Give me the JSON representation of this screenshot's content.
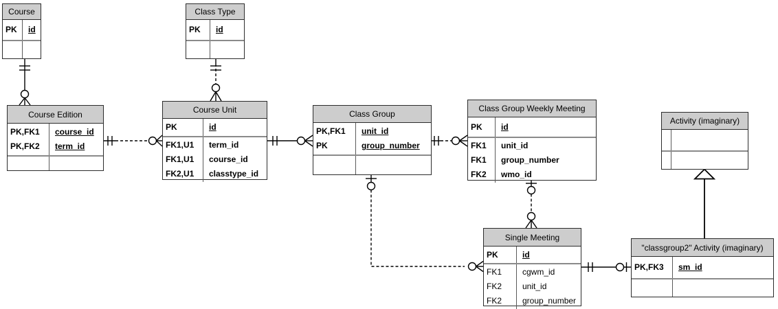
{
  "diagram_type": "entity-relationship-diagram",
  "colors": {
    "header_fill": "#cdcdcd",
    "table_border": "#2b2b2b",
    "section_divider": "#8a8a8a",
    "connector": "#000000",
    "background": "#ffffff"
  },
  "entities": {
    "course": {
      "title": "Course",
      "rows": [
        {
          "key": "PK",
          "name": "id"
        }
      ]
    },
    "class_type": {
      "title": "Class Type",
      "rows": [
        {
          "key": "PK",
          "name": "id"
        }
      ]
    },
    "course_edition": {
      "title": "Course Edition",
      "rows": [
        {
          "key": "PK,FK1",
          "name": "course_id"
        },
        {
          "key": "PK,FK2",
          "name": "term_id"
        }
      ]
    },
    "course_unit": {
      "title": "Course Unit",
      "pk_rows": [
        {
          "key": "PK",
          "name": "id"
        }
      ],
      "fk_rows": [
        {
          "key": "FK1,U1",
          "name": "term_id"
        },
        {
          "key": "FK1,U1",
          "name": "course_id"
        },
        {
          "key": "FK2,U1",
          "name": "classtype_id"
        }
      ]
    },
    "class_group": {
      "title": "Class Group",
      "rows": [
        {
          "key": "PK,FK1",
          "name": "unit_id"
        },
        {
          "key": "PK",
          "name": "group_number"
        }
      ]
    },
    "class_group_weekly_meeting": {
      "title": "Class Group Weekly Meeting",
      "pk_rows": [
        {
          "key": "PK",
          "name": "id"
        }
      ],
      "fk_rows": [
        {
          "key": "FK1",
          "name": "unit_id"
        },
        {
          "key": "FK1",
          "name": "group_number"
        },
        {
          "key": "FK2",
          "name": "wmo_id"
        }
      ]
    },
    "activity": {
      "title": "Activity (imaginary)"
    },
    "single_meeting": {
      "title": "Single Meeting",
      "pk_rows": [
        {
          "key": "PK",
          "name": "id"
        }
      ],
      "fk_rows": [
        {
          "key": "FK1",
          "name": "cgwm_id"
        },
        {
          "key": "FK2",
          "name": "unit_id"
        },
        {
          "key": "FK2",
          "name": "group_number"
        }
      ]
    },
    "classgroup2_activity": {
      "title": "\"classgroup2\" Activity (imaginary)",
      "rows": [
        {
          "key": "PK,FK3",
          "name": "sm_id"
        }
      ]
    }
  },
  "relationships": [
    {
      "from": "Course",
      "to": "Course Edition",
      "from_cardinality": "exactly-one",
      "to_cardinality": "zero-or-many",
      "line": "solid"
    },
    {
      "from": "Class Type",
      "to": "Course Unit",
      "from_cardinality": "exactly-one",
      "to_cardinality": "zero-or-many",
      "line": "dashed"
    },
    {
      "from": "Course Edition",
      "to": "Course Unit",
      "from_cardinality": "exactly-one",
      "to_cardinality": "zero-or-many",
      "line": "dashed"
    },
    {
      "from": "Course Unit",
      "to": "Class Group",
      "from_cardinality": "exactly-one",
      "to_cardinality": "zero-or-many",
      "line": "solid"
    },
    {
      "from": "Class Group",
      "to": "Class Group Weekly Meeting",
      "from_cardinality": "exactly-one",
      "to_cardinality": "zero-or-many",
      "line": "dashed"
    },
    {
      "from": "Class Group",
      "to": "Single Meeting",
      "from_cardinality": "zero-or-one",
      "to_cardinality": "zero-or-many",
      "line": "dashed"
    },
    {
      "from": "Class Group Weekly Meeting",
      "to": "Single Meeting",
      "from_cardinality": "zero-or-one",
      "to_cardinality": "zero-or-many",
      "line": "dashed"
    },
    {
      "from": "Single Meeting",
      "to": "\"classgroup2\" Activity (imaginary)",
      "from_cardinality": "exactly-one",
      "to_cardinality": "zero-or-one",
      "line": "solid"
    },
    {
      "from": "\"classgroup2\" Activity (imaginary)",
      "to": "Activity (imaginary)",
      "type": "inheritance",
      "line": "solid"
    }
  ]
}
